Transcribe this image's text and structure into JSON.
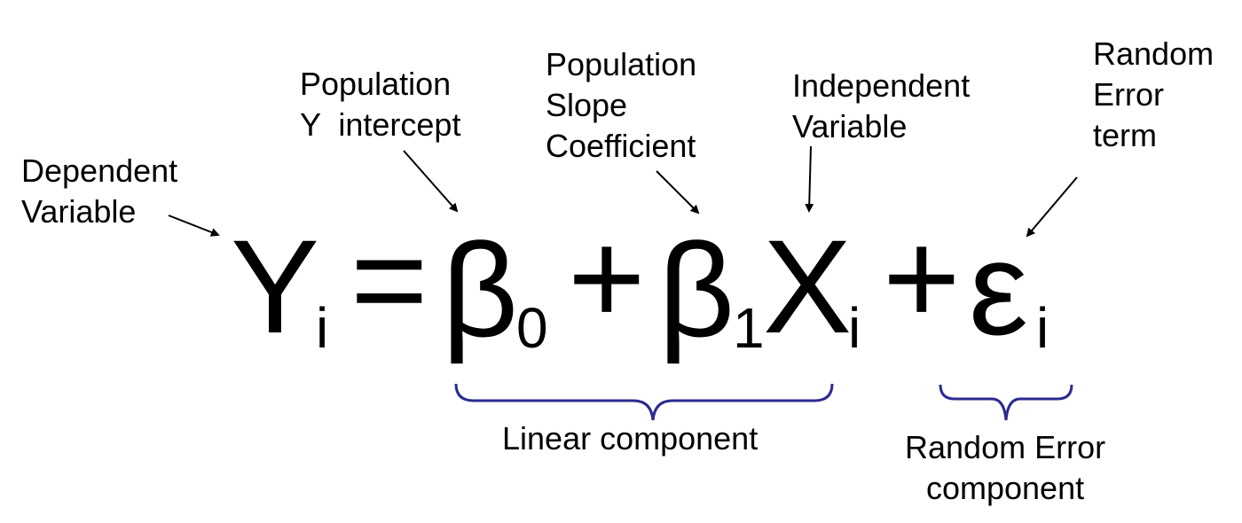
{
  "annotations": {
    "dependent": [
      "Dependent",
      "Variable"
    ],
    "intercept": [
      "Population",
      "Y  intercept"
    ],
    "slope": [
      "Population",
      "Slope",
      "Coefficient"
    ],
    "independent": [
      "Independent",
      "Variable"
    ],
    "error_term": [
      "Random",
      "Error",
      "term"
    ]
  },
  "equation": {
    "y": "Y",
    "y_sub": "i",
    "equals": "=",
    "beta0": "β",
    "beta0_sub": "0",
    "plus1": "+",
    "beta1": "β",
    "beta1_sub": "1",
    "x": "X",
    "x_sub": "i",
    "plus2": "+",
    "epsilon": "ε",
    "epsilon_sub": "i"
  },
  "components": {
    "linear": "Linear component",
    "random_error": [
      "Random Error",
      "component"
    ]
  },
  "colors": {
    "text": "#000000",
    "brace": "#2b2b8f"
  }
}
